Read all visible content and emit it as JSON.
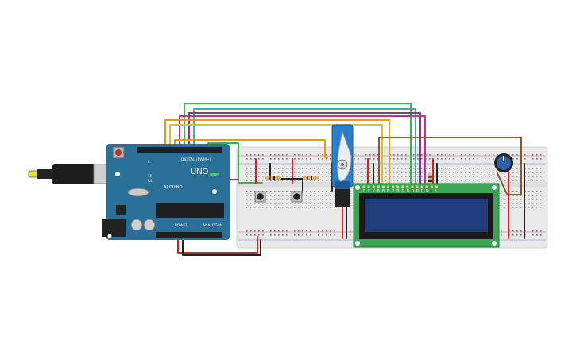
{
  "circuit": {
    "arduino": {
      "brand": "ARDUINO",
      "model": "UNO",
      "digital_header": "DIGITAL (PWM~)",
      "power_header": "POWER",
      "analog_header": "ANALOG IN",
      "led_labels": [
        "L",
        "TX",
        "RX"
      ],
      "on_label": "ON"
    },
    "lcd": {
      "pin_labels": [
        "G",
        "V",
        "V",
        "R",
        "R",
        "E",
        "D",
        "D",
        "D",
        "D",
        "D",
        "D",
        "D",
        "D",
        "L",
        "L"
      ]
    },
    "colors": {
      "board": "#2a6f97",
      "breadboard": "#e9e9e9",
      "lcd_pcb": "#3aa655",
      "lcd_screen": "#1e3d7a",
      "wire_orange": "#e69a1c",
      "wire_yellow": "#d9c21a",
      "wire_green": "#3cb34a",
      "wire_purple": "#9a2a9a",
      "wire_teal": "#2fb3a3",
      "wire_magenta": "#c0309a",
      "wire_red": "#d92020",
      "wire_black": "#222222",
      "wire_brown": "#8b5a2b",
      "servo": "#2a7fc7",
      "pot": "#2b5fa6"
    }
  }
}
